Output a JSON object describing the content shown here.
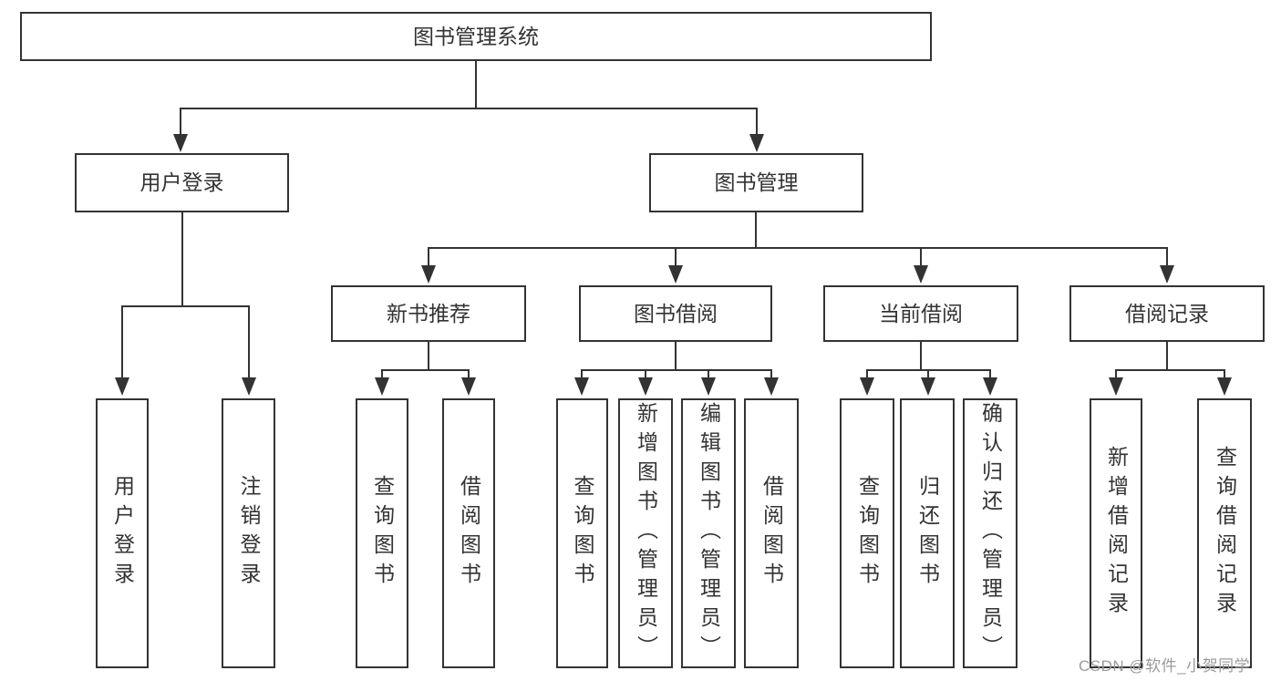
{
  "diagram": {
    "title": "图书管理系统",
    "level2": {
      "user_login": {
        "label": "用户登录"
      },
      "book_management": {
        "label": "图书管理"
      }
    },
    "level3": {
      "new_book_recommend": {
        "label": "新书推荐"
      },
      "book_borrow": {
        "label": "图书借阅"
      },
      "current_borrow": {
        "label": "当前借阅"
      },
      "borrow_records": {
        "label": "借阅记录"
      }
    },
    "leaves": {
      "user_login_leaf": {
        "label": "用户登录"
      },
      "logout": {
        "label": "注销登录"
      },
      "nb_query_books": {
        "label": "查询图书"
      },
      "nb_borrow_books": {
        "label": "借阅图书"
      },
      "bb_query_books": {
        "label": "查询图书"
      },
      "bb_add_books": {
        "label": "新增图书（管理员）"
      },
      "bb_edit_books": {
        "label": "编辑图书（管理员）"
      },
      "bb_borrow_books": {
        "label": "借阅图书"
      },
      "cb_query_books": {
        "label": "查询图书"
      },
      "cb_return_books": {
        "label": "归还图书"
      },
      "cb_confirm_return": {
        "label": "确认归还（管理员）"
      },
      "br_add_record": {
        "label": "新增借阅记录"
      },
      "br_query_record": {
        "label": "查询借阅记录"
      }
    },
    "watermark": "CSDN @软件_小贺同学",
    "colors": {
      "line": "#333333",
      "text": "#333333",
      "watermark": "#9b9b9b",
      "background": "#ffffff"
    }
  }
}
